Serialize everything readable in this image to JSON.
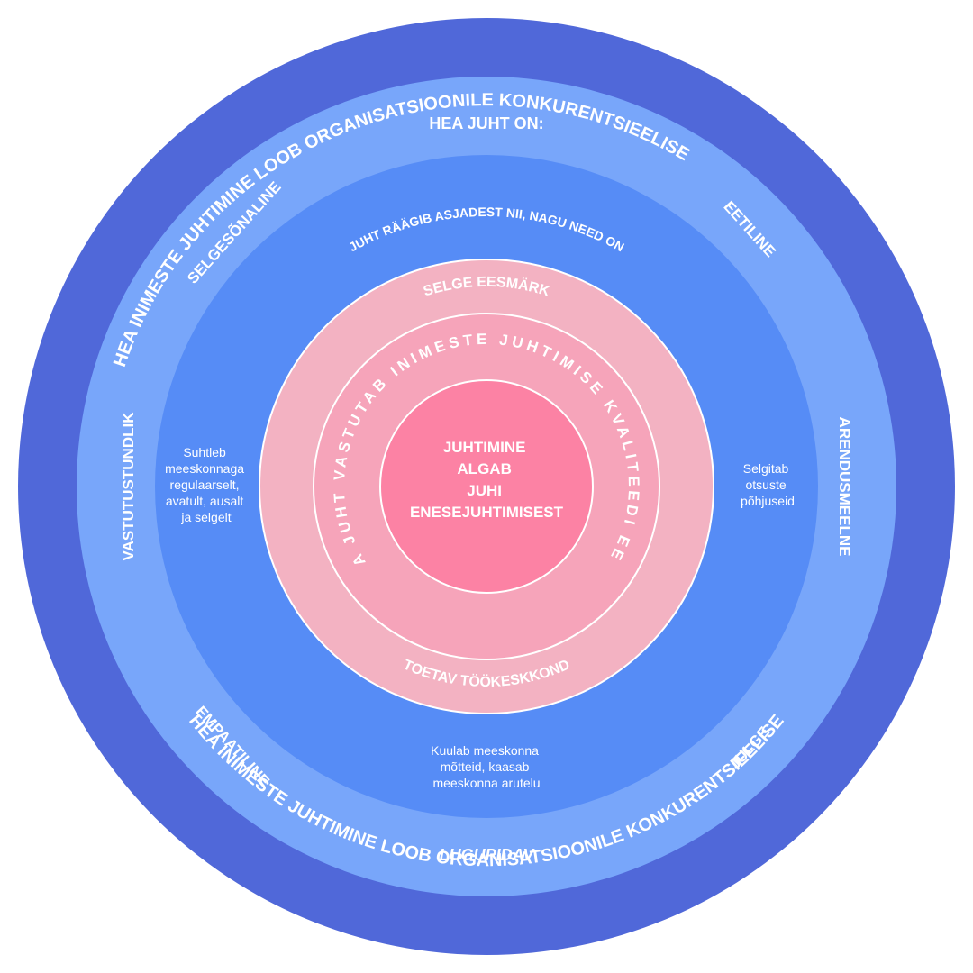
{
  "colors": {
    "outer_ring": "#5068D9",
    "second_ring": "#78A6FA",
    "third_ring": "#568CF6",
    "pink_ring": "#F3B2C2",
    "pink_band": "#F6A4BA",
    "center": "#FC82A4",
    "divider": "#FFFFFF"
  },
  "outer_ring": {
    "top_text": "HEA INIMESTE JUHTIMINE LOOB ORGANISATSIOONILE KONKURENTSIEELISE",
    "bottom_text": "HEA INIMESTE JUHTIMINE LOOB ORGANISATSIOONILE KONKURENTSIEELISE"
  },
  "qualities_ring": {
    "heading": "HEA JUHT ON:",
    "items": {
      "selgesonaline": "SELGESÕNALINE",
      "eetiline": "EETILINE",
      "vastutustundlik": "VASTUTUSTUNDLIK",
      "arendusmeelne": "ARENDUSMEELNE",
      "empaatiline": "EMPAATILINE",
      "julge": "JULGE",
      "lugupidav": "LUGUPIDAV"
    }
  },
  "behaviours_ring": {
    "top_text": "JUHT RÄÄGIB ASJADEST NII, NAGU NEED ON",
    "left_lines": [
      "Suhtleb",
      "meeskonnaga",
      "regulaarselt,",
      "avatult, ausalt",
      "ja selgelt"
    ],
    "right_lines": [
      "Selgitab",
      "otsuste",
      "põhjuseid"
    ],
    "bottom_lines": [
      "Kuulab meeskonna",
      "mõtteid, kaasab",
      "meeskonna arutelu"
    ]
  },
  "pink_ring": {
    "top_text": "SELGE EESMÄRK",
    "bottom_text": "TOETAV TÖÖKESKKOND"
  },
  "responsibility_band": {
    "text": "IGA JUHT VASTUTAB INIMESTE JUHTIMISE KVALITEEDI EEST"
  },
  "center": {
    "lines": [
      "JUHTIMINE",
      "ALGAB",
      "JUHI",
      "ENESEJUHTIMISEST"
    ]
  }
}
